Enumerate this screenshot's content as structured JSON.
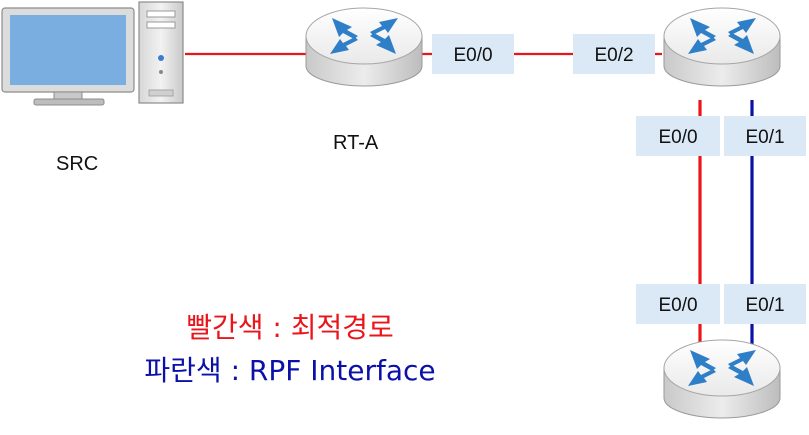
{
  "devices": {
    "src": {
      "label": "SRC"
    },
    "rt_a": {
      "label": "RT-A"
    },
    "rt_top_right": {
      "label": ""
    },
    "rt_bottom_right": {
      "label": ""
    }
  },
  "ports": {
    "rt_a_e0_0": "E0/0",
    "rt_tr_e0_2": "E0/2",
    "rt_tr_e0_0": "E0/0",
    "rt_tr_e0_1": "E0/1",
    "rt_br_e0_0": "E0/0",
    "rt_br_e0_1": "E0/1"
  },
  "legend": {
    "red_line": "빨간색 : 최적경로",
    "blue_line": "파란색 : RPF Interface"
  },
  "colors": {
    "best_path": "#e8151b",
    "rpf_interface": "#0a10a8",
    "port_box": "#dbe8f5",
    "router_arrow": "#2f7fc8"
  }
}
